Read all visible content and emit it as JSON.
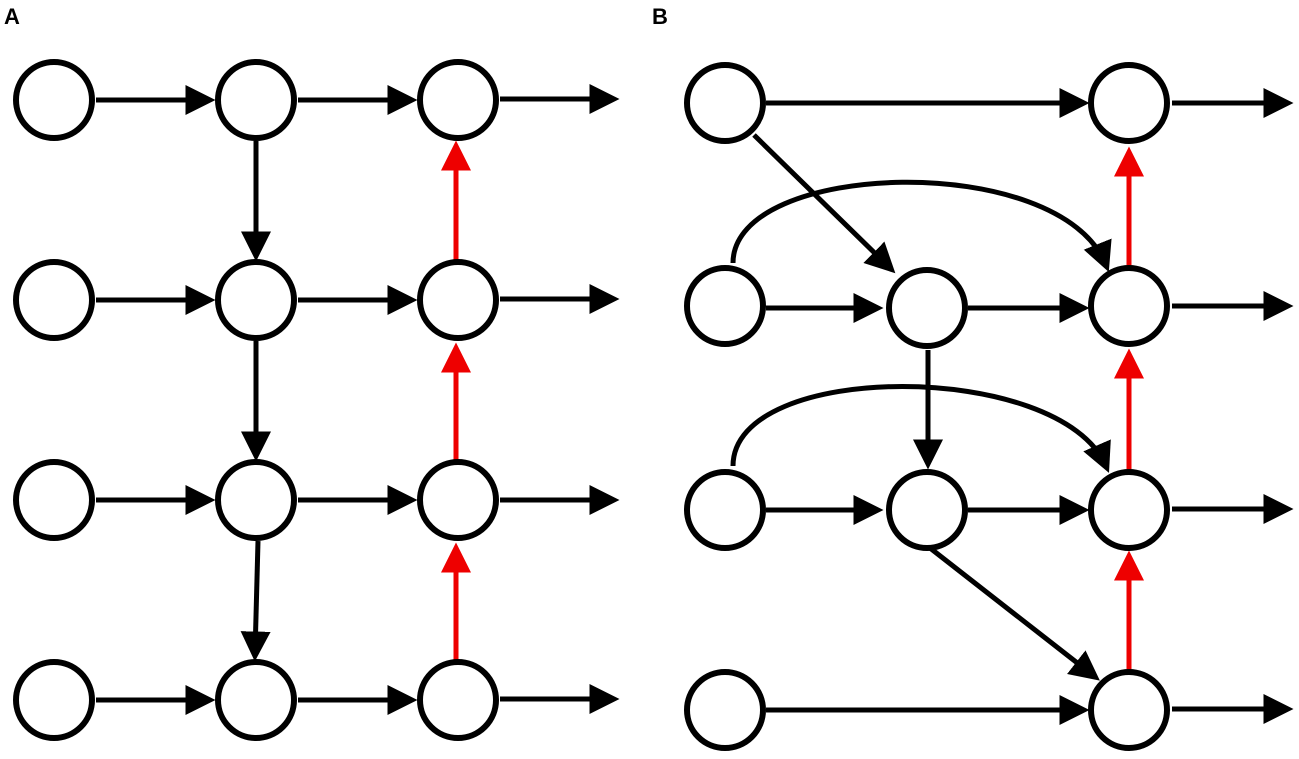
{
  "panels": [
    {
      "label": "A",
      "nodes": [
        "a1",
        "a2",
        "a3",
        "a4",
        "a5",
        "a6",
        "a7",
        "a8",
        "a9",
        "a10",
        "a11",
        "a12"
      ],
      "edges": [
        {
          "from": "a1",
          "to": "a2",
          "color": "black"
        },
        {
          "from": "a2",
          "to": "a3",
          "color": "black"
        },
        {
          "from": "a3",
          "to": "out-a1",
          "color": "black"
        },
        {
          "from": "a4",
          "to": "a5",
          "color": "black"
        },
        {
          "from": "a5",
          "to": "a6",
          "color": "black"
        },
        {
          "from": "a6",
          "to": "out-a2",
          "color": "black"
        },
        {
          "from": "a7",
          "to": "a8",
          "color": "black"
        },
        {
          "from": "a8",
          "to": "a9",
          "color": "black"
        },
        {
          "from": "a9",
          "to": "out-a3",
          "color": "black"
        },
        {
          "from": "a10",
          "to": "a11",
          "color": "black"
        },
        {
          "from": "a11",
          "to": "a12",
          "color": "black"
        },
        {
          "from": "a12",
          "to": "out-a4",
          "color": "black"
        },
        {
          "from": "a2",
          "to": "a5",
          "color": "black"
        },
        {
          "from": "a5",
          "to": "a8",
          "color": "black"
        },
        {
          "from": "a8",
          "to": "a11",
          "color": "black"
        },
        {
          "from": "a12",
          "to": "a9",
          "color": "red"
        },
        {
          "from": "a9",
          "to": "a6",
          "color": "red"
        },
        {
          "from": "a6",
          "to": "a3",
          "color": "red"
        }
      ]
    },
    {
      "label": "B",
      "nodes": [
        "b1",
        "b2",
        "b3",
        "b4",
        "b5",
        "b6",
        "b7",
        "b8",
        "b9",
        "b10",
        "b11"
      ],
      "edges": [
        {
          "from": "b1",
          "to": "b2",
          "color": "black"
        },
        {
          "from": "b2",
          "to": "out-b1",
          "color": "black"
        },
        {
          "from": "b1",
          "to": "b4",
          "color": "black"
        },
        {
          "from": "b3",
          "to": "b5",
          "color": "black",
          "curved": true
        },
        {
          "from": "b3",
          "to": "b4",
          "color": "black"
        },
        {
          "from": "b4",
          "to": "b5",
          "color": "black"
        },
        {
          "from": "b5",
          "to": "out-b2",
          "color": "black"
        },
        {
          "from": "b4",
          "to": "b7",
          "color": "black"
        },
        {
          "from": "b6",
          "to": "b8",
          "color": "black",
          "curved": true
        },
        {
          "from": "b6",
          "to": "b7",
          "color": "black"
        },
        {
          "from": "b7",
          "to": "b8",
          "color": "black"
        },
        {
          "from": "b8",
          "to": "out-b3",
          "color": "black"
        },
        {
          "from": "b7",
          "to": "b10",
          "color": "black"
        },
        {
          "from": "b9",
          "to": "b10",
          "color": "black"
        },
        {
          "from": "b10",
          "to": "out-b4",
          "color": "black"
        },
        {
          "from": "b10",
          "to": "b8",
          "color": "red"
        },
        {
          "from": "b8",
          "to": "b5",
          "color": "red"
        },
        {
          "from": "b5",
          "to": "b2",
          "color": "red"
        }
      ]
    }
  ],
  "colors": {
    "black": "#000000",
    "red": "#ee0000"
  }
}
